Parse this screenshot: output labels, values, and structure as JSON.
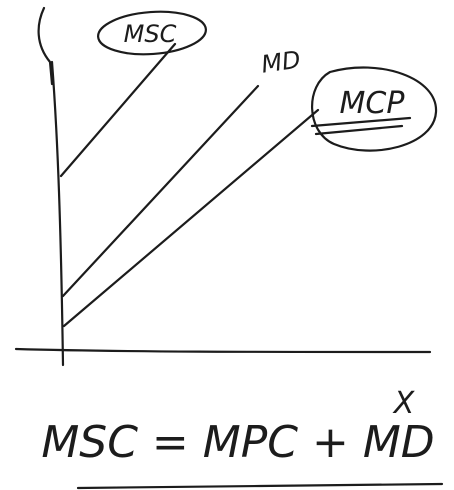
{
  "diagram": {
    "labels": {
      "curve_top": "MSC",
      "curve_middle": "MD",
      "curve_bottom": "MCP"
    },
    "equation": "MSC = MPC + MD",
    "equation_superscript": "X",
    "ink_color": "#1c1c1c",
    "background_color": "#ffffff"
  }
}
